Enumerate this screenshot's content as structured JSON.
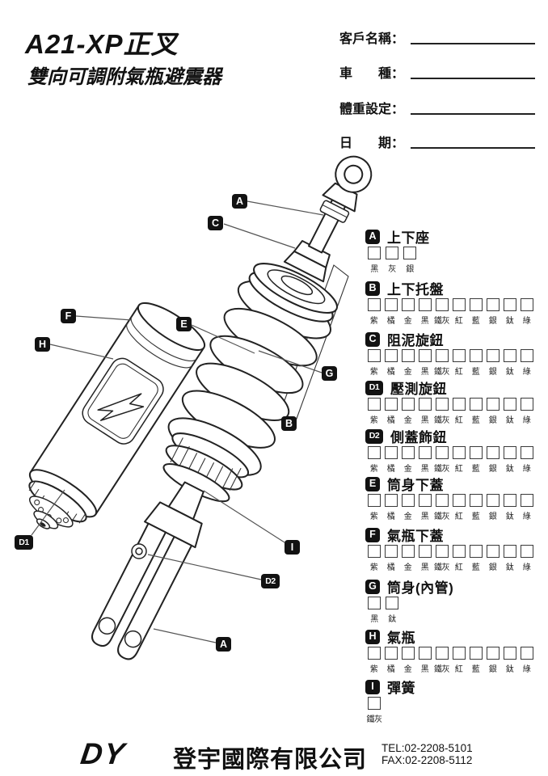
{
  "page_title": {
    "model": "A21-XP正叉",
    "subtitle": "雙向可調附氣瓶避震器"
  },
  "order_form": {
    "fields": [
      {
        "label": "客戶名稱：",
        "value": ""
      },
      {
        "label": "車　　種：",
        "value": ""
      },
      {
        "label": "體重設定：",
        "value": ""
      },
      {
        "label": "日　　期：",
        "value": ""
      }
    ]
  },
  "diagram": {
    "callouts": [
      "A",
      "C",
      "F",
      "H",
      "E",
      "G",
      "B",
      "D1",
      "I",
      "D2",
      "A"
    ]
  },
  "parts": [
    {
      "id": "A",
      "title": "上下座",
      "colors": [
        "黑",
        "灰",
        "銀"
      ]
    },
    {
      "id": "B",
      "title": "上下托盤",
      "colors": [
        "紫",
        "橘",
        "金",
        "黑",
        "鐵灰",
        "紅",
        "藍",
        "銀",
        "鈦",
        "綠"
      ]
    },
    {
      "id": "C",
      "title": "阻泥旋鈕",
      "colors": [
        "紫",
        "橘",
        "金",
        "黑",
        "鐵灰",
        "紅",
        "藍",
        "銀",
        "鈦",
        "綠"
      ]
    },
    {
      "id": "D1",
      "title": "壓測旋鈕",
      "colors": [
        "紫",
        "橘",
        "金",
        "黑",
        "鐵灰",
        "紅",
        "藍",
        "銀",
        "鈦",
        "綠"
      ]
    },
    {
      "id": "D2",
      "title": "側蓋飾鈕",
      "colors": [
        "紫",
        "橘",
        "金",
        "黑",
        "鐵灰",
        "紅",
        "藍",
        "銀",
        "鈦",
        "綠"
      ]
    },
    {
      "id": "E",
      "title": "筒身下蓋",
      "colors": [
        "紫",
        "橘",
        "金",
        "黑",
        "鐵灰",
        "紅",
        "藍",
        "銀",
        "鈦",
        "綠"
      ]
    },
    {
      "id": "F",
      "title": "氣瓶下蓋",
      "colors": [
        "紫",
        "橘",
        "金",
        "黑",
        "鐵灰",
        "紅",
        "藍",
        "銀",
        "鈦",
        "綠"
      ]
    },
    {
      "id": "G",
      "title": "筒身(內管)",
      "colors": [
        "黑",
        "鈦"
      ]
    },
    {
      "id": "H",
      "title": "氣瓶",
      "colors": [
        "紫",
        "橘",
        "金",
        "黑",
        "鐵灰",
        "紅",
        "藍",
        "銀",
        "鈦",
        "綠"
      ]
    },
    {
      "id": "I",
      "title": "彈簧",
      "colors": [
        "鐵灰"
      ]
    }
  ],
  "footer": {
    "logo": "DY",
    "company": "登宇國際有限公司",
    "tel": "TEL:02-2208-5101",
    "fax": "FAX:02-2208-5112"
  },
  "colors_meta": {
    "ink": "#121212",
    "paper": "#ffffff"
  }
}
